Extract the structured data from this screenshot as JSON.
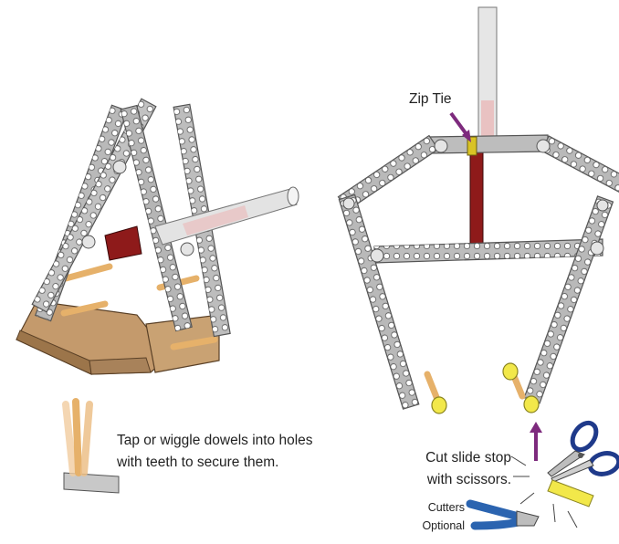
{
  "labels": {
    "dowel_caption_line1": "Tap or wiggle dowels into holes",
    "dowel_caption_line2": "with teeth to secure them.",
    "zip_tie": "Zip Tie",
    "cut_line1": "Cut slide stop",
    "cut_line2": "with scissors.",
    "cutters_line1": "Cutters",
    "cutters_line2": "Optional"
  },
  "icons": [
    "dowel-icon",
    "scissors-icon",
    "wire-cutters-icon",
    "arrow-icon"
  ],
  "colors": {
    "beam": "#b9b9b9",
    "beam_edge": "#555555",
    "hole": "#ffffff",
    "cardboard": "#b08a5c",
    "dowel": "#e6b16a",
    "launcher_red": "#8e1a1a",
    "tube": "#d9d9d9",
    "zip_tie": "#d9c325",
    "stop_yellow": "#f2e84a",
    "arrow_purple": "#7d2a7d",
    "scissors_blue": "#1f3a8a",
    "cutters_blue": "#2b64b0"
  }
}
